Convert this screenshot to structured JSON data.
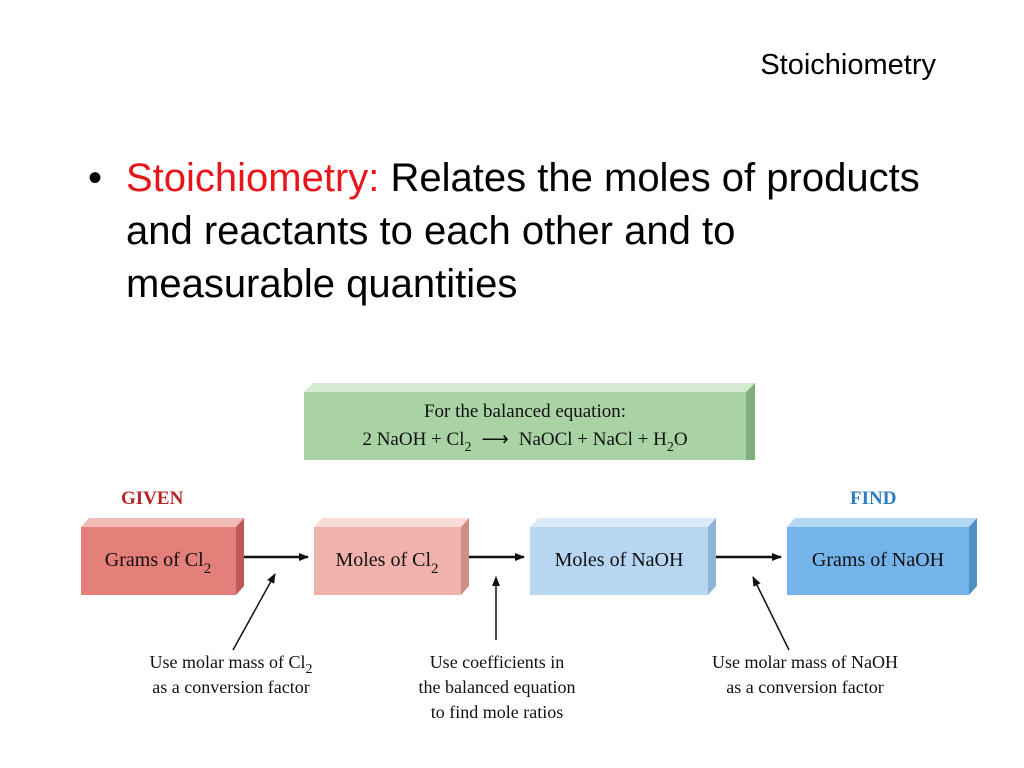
{
  "slide": {
    "title": "Stoichiometry",
    "bullet_term": "Stoichiometry:",
    "bullet_text": " Relates the moles of products and reactants to each other and to measurable quantities"
  },
  "equation": {
    "caption": "For the balanced equation:",
    "lhs_1": "2 NaOH + Cl",
    "lhs_1_sub": "2",
    "rhs_1": "NaOCl + NaCl + H",
    "rhs_1_sub": "2",
    "rhs_2": "O"
  },
  "labels": {
    "given": "GIVEN",
    "find": "FIND"
  },
  "boxes": [
    {
      "text": "Grams of Cl",
      "sub": "2"
    },
    {
      "text": "Moles of Cl",
      "sub": "2"
    },
    {
      "text": "Moles of NaOH",
      "sub": ""
    },
    {
      "text": "Grams of NaOH",
      "sub": ""
    }
  ],
  "notes": [
    {
      "line1": "Use molar mass of Cl",
      "line1_sub": "2",
      "line2": "as a conversion factor",
      "line3": ""
    },
    {
      "line1": "Use coefficients in",
      "line1_sub": "",
      "line2": "the balanced equation",
      "line3": "to find mole ratios"
    },
    {
      "line1": "Use molar mass of NaOH",
      "line1_sub": "",
      "line2": "as a conversion factor",
      "line3": ""
    }
  ],
  "colors": {
    "title_red": "#e8161b",
    "given_red": "#b5252b",
    "find_blue": "#2b7cc0",
    "equation_box": "#a9d2a5",
    "box_grams_cl2": "#e47f7a",
    "box_moles_cl2": "#f0b2aa",
    "box_moles_naoh": "#b6d6f2",
    "box_grams_naoh": "#74b4ea"
  }
}
